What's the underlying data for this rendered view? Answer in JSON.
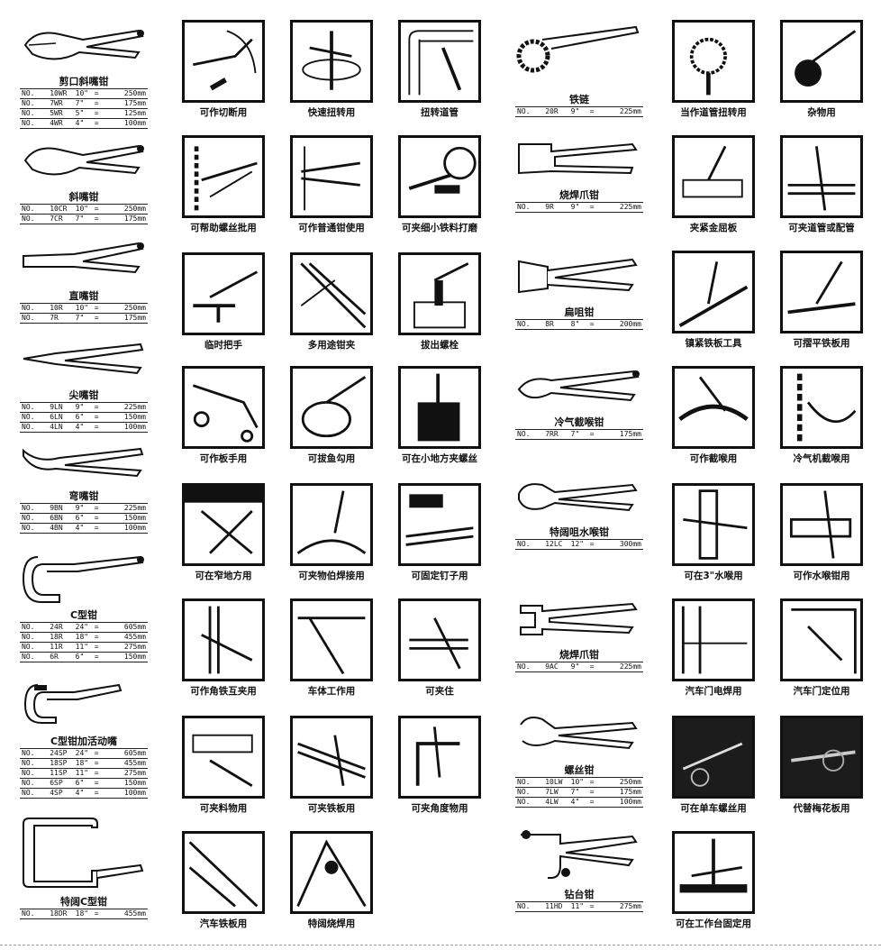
{
  "products": [
    {
      "id": "p1",
      "title": "剪口斜嘴钳",
      "rows": [
        [
          "NO.",
          "10WR",
          "10\"",
          "=",
          "250mm"
        ],
        [
          "NO.",
          "7WR",
          "7\"",
          "=",
          "175mm"
        ],
        [
          "NO.",
          "5WR",
          "5\"",
          "=",
          "125mm"
        ],
        [
          "NO.",
          "4WR",
          "4\"",
          "=",
          "100mm"
        ]
      ]
    },
    {
      "id": "p2",
      "title": "斜嘴钳",
      "rows": [
        [
          "NO.",
          "10CR",
          "10\"",
          "=",
          "250mm"
        ],
        [
          "NO.",
          "7CR",
          "7\"",
          "=",
          "175mm"
        ]
      ]
    },
    {
      "id": "p3",
      "title": "直嘴钳",
      "rows": [
        [
          "NO.",
          "10R",
          "10\"",
          "=",
          "250mm"
        ],
        [
          "NO.",
          "7R",
          "7\"",
          "=",
          "175mm"
        ]
      ]
    },
    {
      "id": "p4",
      "title": "尖嘴钳",
      "rows": [
        [
          "NO.",
          "9LN",
          "9\"",
          "=",
          "225mm"
        ],
        [
          "NO.",
          "6LN",
          "6\"",
          "=",
          "150mm"
        ],
        [
          "NO.",
          "4LN",
          "4\"",
          "=",
          "100mm"
        ]
      ]
    },
    {
      "id": "p5",
      "title": "弯嘴钳",
      "rows": [
        [
          "NO.",
          "9BN",
          "9\"",
          "=",
          "225mm"
        ],
        [
          "NO.",
          "6BN",
          "6\"",
          "=",
          "150mm"
        ],
        [
          "NO.",
          "4BN",
          "4\"",
          "=",
          "100mm"
        ]
      ]
    },
    {
      "id": "p6",
      "title": "C型钳",
      "rows": [
        [
          "NO.",
          "24R",
          "24\"",
          "=",
          "605mm"
        ],
        [
          "NO.",
          "18R",
          "18\"",
          "=",
          "455mm"
        ],
        [
          "NO.",
          "11R",
          "11\"",
          "=",
          "275mm"
        ],
        [
          "NO.",
          "6R",
          "6\"",
          "=",
          "150mm"
        ]
      ]
    },
    {
      "id": "p7",
      "title": "C型钳加活动嘴",
      "rows": [
        [
          "NO.",
          "24SP",
          "24\"",
          "=",
          "605mm"
        ],
        [
          "NO.",
          "18SP",
          "18\"",
          "=",
          "455mm"
        ],
        [
          "NO.",
          "11SP",
          "11\"",
          "=",
          "275mm"
        ],
        [
          "NO.",
          "6SP",
          "6\"",
          "=",
          "150mm"
        ],
        [
          "NO.",
          "4SP",
          "4\"",
          "=",
          "100mm"
        ]
      ]
    },
    {
      "id": "p8",
      "title": "特阔C型钳",
      "rows": [
        [
          "NO.",
          "18DR",
          "18\"",
          "=",
          "455mm"
        ]
      ]
    },
    {
      "id": "p9",
      "title": "铁链",
      "rows": [
        [
          "NO.",
          "20R",
          "9\"",
          "=",
          "225mm"
        ]
      ]
    },
    {
      "id": "p10",
      "title": "烧焊爪钳",
      "rows": [
        [
          "NO.",
          "9R",
          "9\"",
          "=",
          "225mm"
        ]
      ]
    },
    {
      "id": "p11",
      "title": "扁咀钳",
      "rows": [
        [
          "NO.",
          "8R",
          "8\"",
          "=",
          "200mm"
        ]
      ]
    },
    {
      "id": "p12",
      "title": "冷气截喉钳",
      "rows": [
        [
          "NO.",
          "7RR",
          "7\"",
          "=",
          "175mm"
        ]
      ]
    },
    {
      "id": "p13",
      "title": "特阔咀水喉钳",
      "rows": [
        [
          "NO.",
          "12LC",
          "12\"",
          "=",
          "300mm"
        ]
      ]
    },
    {
      "id": "p14",
      "title": "烧焊爪钳",
      "rows": [
        [
          "NO.",
          "9AC",
          "9\"",
          "=",
          "225mm"
        ]
      ]
    },
    {
      "id": "p15",
      "title": "螺丝钳",
      "rows": [
        [
          "NO.",
          "10LW",
          "10\"",
          "=",
          "250mm"
        ],
        [
          "NO.",
          "7LW",
          "7\"",
          "=",
          "175mm"
        ],
        [
          "NO.",
          "4LW",
          "4\"",
          "=",
          "100mm"
        ]
      ]
    },
    {
      "id": "p16",
      "title": "钻台钳",
      "rows": [
        [
          "NO.",
          "11HD",
          "11\"",
          "=",
          "275mm"
        ]
      ]
    }
  ],
  "usages": [
    "可作切断用",
    "快速扭转用",
    "扭转道管",
    "可帮助螺丝批用",
    "可作普通钳使用",
    "可夹细小铁料打磨",
    "临时把手",
    "多用途钳夹",
    "拔出螺栓",
    "可作板手用",
    "可拔鱼勾用",
    "可在小地方夹螺丝",
    "可在窄地方用",
    "可夹物伯焊接用",
    "可固定钉子用",
    "可作角铁互夹用",
    "车体工作用",
    "可夹住",
    "可夹料物用",
    "可夹铁板用",
    "可夹角度物用",
    "汽车铁板用",
    "特阔烧焊用",
    "当作道管扭转用",
    "杂物用",
    "夹紧金屈板",
    "可夹道管或配管",
    "镇紧铁板工具",
    "可摺平铁板用",
    "可作截喉用",
    "冷气机截喉用",
    "可在3\"水喉用",
    "可作水喉钳用",
    "汽车门电焊用",
    "汽车门定位用",
    "可在单车螺丝用",
    "代替梅花板用",
    "可在工作台固定用"
  ]
}
